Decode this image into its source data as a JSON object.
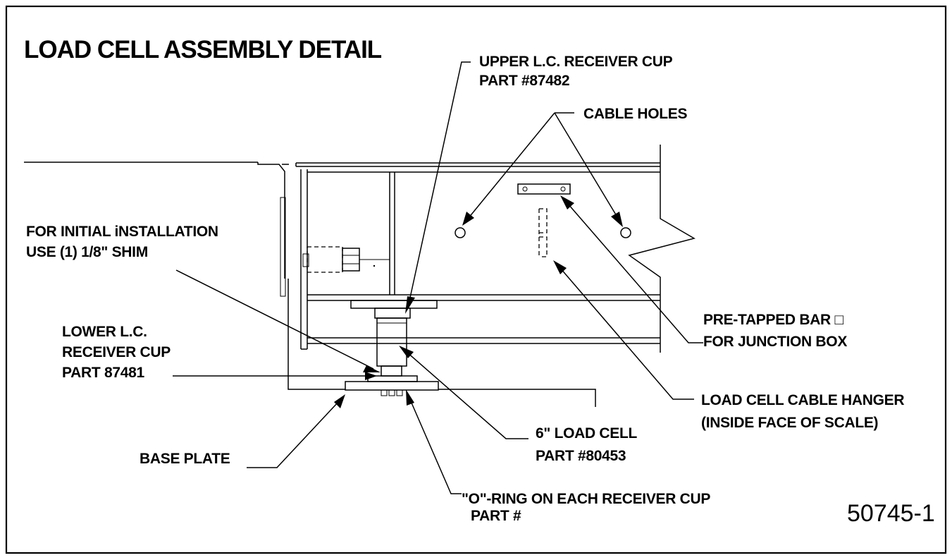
{
  "title": "LOAD CELL ASSEMBLY DETAIL",
  "drawing_number": "50745-1",
  "labels": {
    "upper_cup_1": "UPPER L.C. RECEIVER CUP",
    "upper_cup_2": "PART #87482",
    "cable_holes": "CABLE HOLES",
    "shim_1": "FOR INITIAL iNSTALLATION",
    "shim_2": "USE (1) 1/8\" SHIM",
    "lower_cup_1": "LOWER L.C.",
    "lower_cup_2": "RECEIVER CUP",
    "lower_cup_3": "PART 87481",
    "pretapped_1": "PRE-TAPPED BAR □",
    "pretapped_2": "FOR JUNCTION BOX",
    "hanger_1": "LOAD CELL CABLE HANGER",
    "hanger_2": "(INSIDE FACE OF SCALE)",
    "load_cell_1": "6\" LOAD CELL",
    "load_cell_2": "PART #80453",
    "base_plate": "BASE PLATE",
    "oring_1": "\"O\"-RING ON EACH RECEIVER CUP",
    "oring_2": "PART #"
  }
}
